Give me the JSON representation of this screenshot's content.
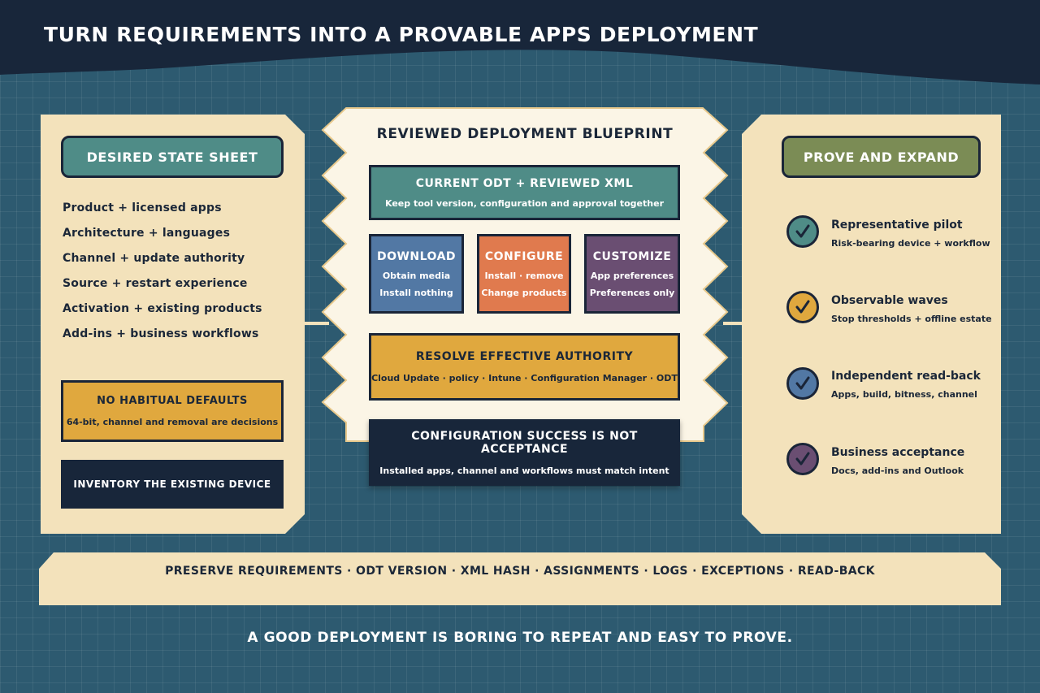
{
  "header": {
    "title": "TURN REQUIREMENTS INTO A PROVABLE APPS DEPLOYMENT"
  },
  "left_panel": {
    "heading": "DESIRED STATE SHEET",
    "items": [
      "Product + licensed apps",
      "Architecture + languages",
      "Channel + update authority",
      "Source + restart experience",
      "Activation + existing products",
      "Add-ins + business workflows"
    ],
    "warning_title": "NO HABITUAL DEFAULTS",
    "warning_text": "64-bit, channel and removal are decisions",
    "inventory": "INVENTORY THE EXISTING DEVICE"
  },
  "center_panel": {
    "heading": "REVIEWED DEPLOYMENT BLUEPRINT",
    "odt": {
      "title": "CURRENT ODT + REVIEWED XML",
      "subtitle": "Keep tool version, configuration and approval together"
    },
    "modes": [
      {
        "title": "DOWNLOAD",
        "line1": "Obtain media",
        "line2": "Install nothing"
      },
      {
        "title": "CONFIGURE",
        "line1": "Install · remove",
        "line2": "Change products"
      },
      {
        "title": "CUSTOMIZE",
        "line1": "App preferences",
        "line2": "Preferences only"
      }
    ],
    "authority": {
      "title": "RESOLVE EFFECTIVE AUTHORITY",
      "subtitle": "Cloud Update · policy · Intune · Configuration Manager · ODT"
    },
    "success": {
      "title": "CONFIGURATION SUCCESS IS NOT ACCEPTANCE",
      "subtitle": "Installed apps, channel and workflows must match intent"
    }
  },
  "right_panel": {
    "heading": "PROVE AND EXPAND",
    "steps": [
      {
        "title": "Representative pilot",
        "subtitle": "Risk-bearing device + workflow",
        "color": "#4f8c87",
        "icon": "check-icon"
      },
      {
        "title": "Observable waves",
        "subtitle": "Stop thresholds + offline estate",
        "color": "#e0a83e",
        "icon": "check-icon"
      },
      {
        "title": "Independent read-back",
        "subtitle": "Apps, build, bitness, channel",
        "color": "#5278a4",
        "icon": "check-icon"
      },
      {
        "title": "Business acceptance",
        "subtitle": "Docs, add-ins and Outlook",
        "color": "#6a4e72",
        "icon": "check-icon"
      }
    ]
  },
  "preserve_bar": "PRESERVE REQUIREMENTS · ODT VERSION · XML HASH · ASSIGNMENTS · LOGS · EXCEPTIONS · READ-BACK",
  "footer": "A GOOD DEPLOYMENT IS BORING TO REPEAT AND EASY TO PROVE.",
  "colors": {
    "navy": "#18263a",
    "teal": "#4f8c87",
    "olive": "#7b8c55",
    "blue": "#5278a4",
    "orange": "#e07a4e",
    "purple": "#6a4e72",
    "gold": "#e0a83e",
    "cream": "#f3e2bb",
    "cream_light": "#fbf5e6"
  }
}
